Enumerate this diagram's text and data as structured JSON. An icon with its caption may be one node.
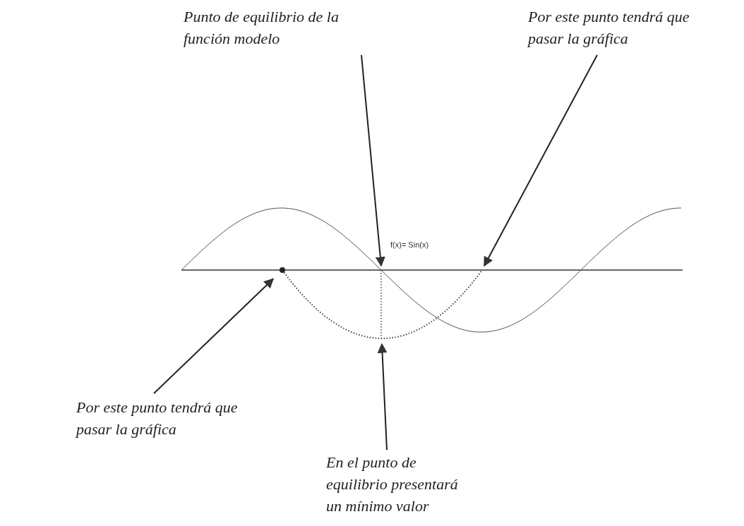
{
  "diagram": {
    "nodes": [
      {
        "text": [
          "Punto de equilibrio de la función modelo"
        ]
      },
      {
        "text": [
          "Por este punto tendrá que pasar la gráfica"
        ]
      },
      {
        "text": [],
        "shape": "circle"
      },
      {
        "text": [
          "Por este punto tendrá que pasar la gráfica"
        ]
      },
      {
        "text": [
          "En el punto de equilibrio presentará un mínimo valor"
        ]
      }
    ],
    "edges": [
      {
        "from": 0,
        "to": null,
        "arrow": "to"
      },
      {
        "from": 1,
        "to": null,
        "arrow": "to"
      },
      {
        "from": 3,
        "to": 2,
        "arrow": "to"
      },
      {
        "from": 4,
        "to": null,
        "arrow": "to"
      }
    ],
    "labels": [
      "f(x)= Sin(x)"
    ]
  }
}
